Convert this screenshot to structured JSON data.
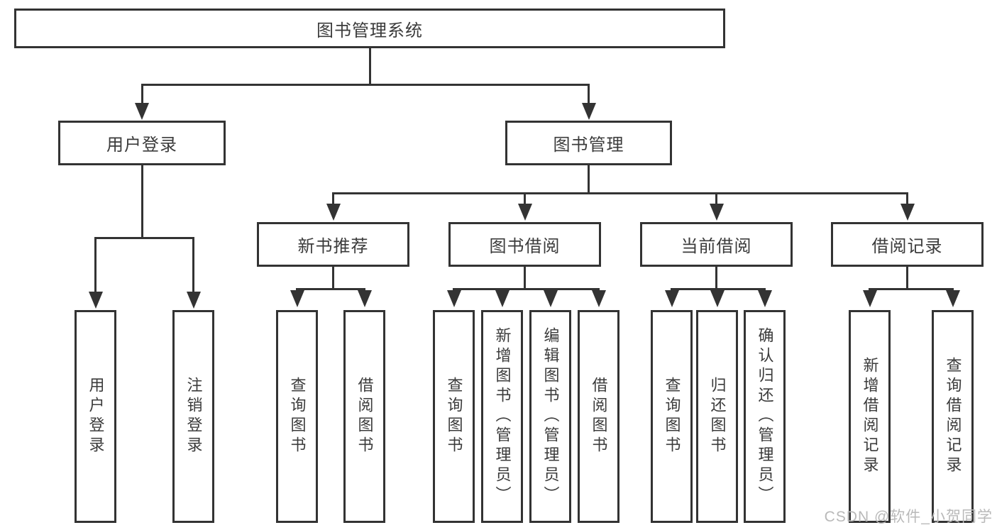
{
  "diagram_title": "图书管理系统",
  "nodes": {
    "root": {
      "label": "图书管理系统"
    },
    "level2": [
      {
        "id": "user-login",
        "label": "用户登录",
        "parent": "图书管理系统"
      },
      {
        "id": "book-management",
        "label": "图书管理",
        "parent": "图书管理系统"
      }
    ],
    "level3": [
      {
        "id": "new-book-recommend",
        "label": "新书推荐",
        "parent": "图书管理"
      },
      {
        "id": "book-borrowing",
        "label": "图书借阅",
        "parent": "图书管理"
      },
      {
        "id": "current-borrowing",
        "label": "当前借阅",
        "parent": "图书管理"
      },
      {
        "id": "borrowing-records",
        "label": "借阅记录",
        "parent": "图书管理"
      }
    ],
    "leaves": [
      {
        "label": "用户登录",
        "parent": "用户登录"
      },
      {
        "label": "注销登录",
        "parent": "用户登录"
      },
      {
        "label": "查询图书",
        "parent": "新书推荐"
      },
      {
        "label": "借阅图书",
        "parent": "新书推荐"
      },
      {
        "label": "查询图书",
        "parent": "图书借阅"
      },
      {
        "label": "新增图书（管理员）",
        "parent": "图书借阅"
      },
      {
        "label": "编辑图书（管理员）",
        "parent": "图书借阅"
      },
      {
        "label": "借阅图书",
        "parent": "图书借阅"
      },
      {
        "label": "查询图书",
        "parent": "当前借阅"
      },
      {
        "label": "归还图书",
        "parent": "当前借阅"
      },
      {
        "label": "确认归还（管理员）",
        "parent": "当前借阅"
      },
      {
        "label": "新增借阅记录",
        "parent": "借阅记录"
      },
      {
        "label": "查询借阅记录",
        "parent": "借阅记录"
      }
    ]
  },
  "watermark": {
    "text": "CSDN @软件_小贺同学"
  },
  "colors": {
    "line": "#333333",
    "text": "#3b3b3b",
    "watermark": "#b9b9b9",
    "background": "#ffffff"
  }
}
